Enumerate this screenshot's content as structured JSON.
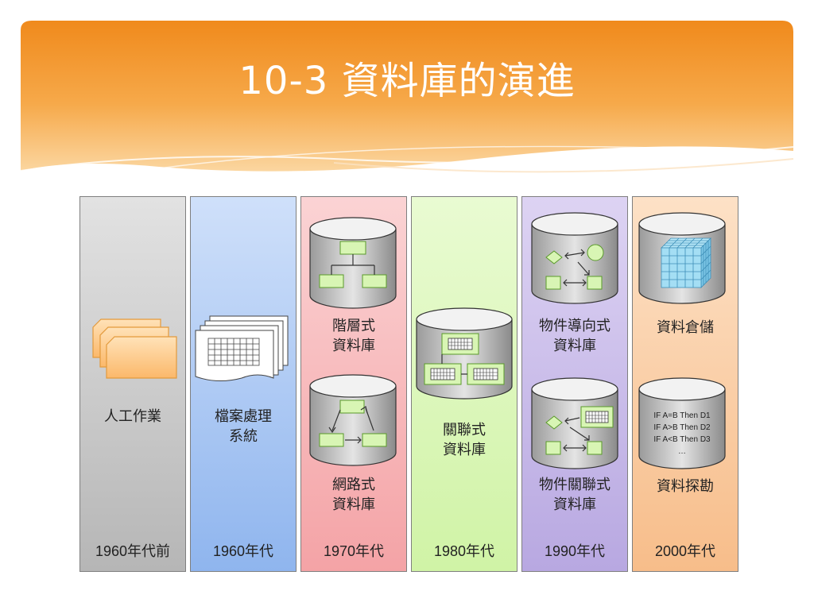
{
  "title": "10-3 資料庫的演進",
  "columns": [
    {
      "era": "1960年代前",
      "labels": [
        "人工作業"
      ],
      "color": "#c8c8c8"
    },
    {
      "era": "1960年代",
      "labels": [
        "檔案處理系統"
      ],
      "color": "#a9c8f4"
    },
    {
      "era": "1970年代",
      "labels": [
        "階層式資料庫",
        "網路式資料庫"
      ],
      "color": "#f7b3b5"
    },
    {
      "era": "1980年代",
      "labels": [
        "關聯式資料庫"
      ],
      "color": "#d6f5b0"
    },
    {
      "era": "1990年代",
      "labels": [
        "物件導向式資料庫",
        "物件關聯式資料庫"
      ],
      "color": "#c6b8e8"
    },
    {
      "era": "2000年代",
      "labels": [
        "資料倉儲",
        "資料探勘"
      ],
      "color": "#f9cba2"
    }
  ],
  "mining_rules": [
    "IF A=B Then D1",
    "IF A>B Then D2",
    "IF A<B Then D3",
    "…"
  ],
  "lbl": {
    "manual": "人工作業",
    "file1": "檔案處理",
    "file2": "系統",
    "hier1": "階層式",
    "hier2": "資料庫",
    "net1": "網路式",
    "net2": "資料庫",
    "rel1": "關聯式",
    "rel2": "資料庫",
    "oo1": "物件導向式",
    "oo2": "資料庫",
    "or1": "物件關聯式",
    "or2": "資料庫",
    "dw": "資料倉儲",
    "dm": "資料探勘"
  }
}
